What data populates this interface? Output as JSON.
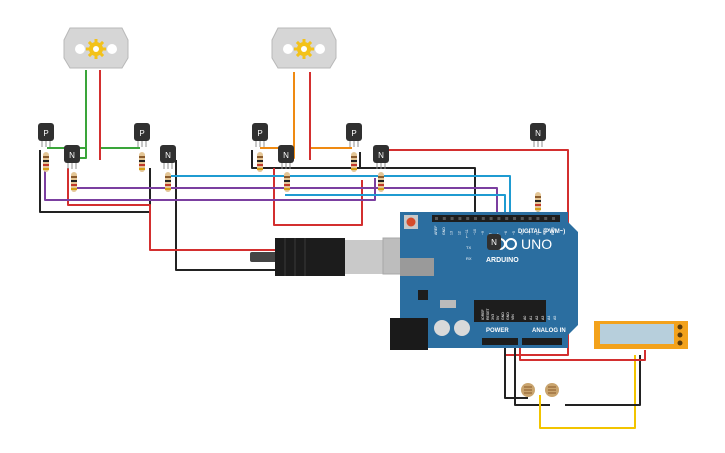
{
  "circuit": {
    "transistors": [
      {
        "type": "P"
      },
      {
        "type": "N"
      },
      {
        "type": "P"
      },
      {
        "type": "N"
      },
      {
        "type": "P"
      },
      {
        "type": "N"
      },
      {
        "type": "P"
      },
      {
        "type": "N"
      },
      {
        "type": "N"
      },
      {
        "type": "N"
      }
    ],
    "board": {
      "brand": "ARDUINO",
      "model": "UNO",
      "digital_label": "DIGITAL (PWM~)",
      "power_label": "POWER",
      "analog_label": "ANALOG IN",
      "led_labels": [
        "L",
        "TX",
        "RX"
      ],
      "power_pins": [
        "IOREF",
        "RESET",
        "3V3",
        "5V",
        "GND",
        "GND",
        "VIN"
      ],
      "analog_pins": [
        "A0",
        "A1",
        "A2",
        "A3",
        "A4",
        "A5"
      ],
      "digital_pins": [
        "AREF",
        "GND",
        "13",
        "12",
        "~11",
        "~10",
        "~9",
        "8",
        "7",
        "~6",
        "~5",
        "4",
        "~3",
        "2",
        "TX 1",
        "RX 0"
      ]
    },
    "wire_colors": {
      "red": "#d32f2f",
      "black": "#222222",
      "green": "#3aa53a",
      "orange": "#ef8a12",
      "purple": "#7b3fa0",
      "blue": "#1f9bd1",
      "yellow": "#f2c400"
    },
    "board_color": "#2b6ea0",
    "lcd_color": "#f3a21b"
  }
}
